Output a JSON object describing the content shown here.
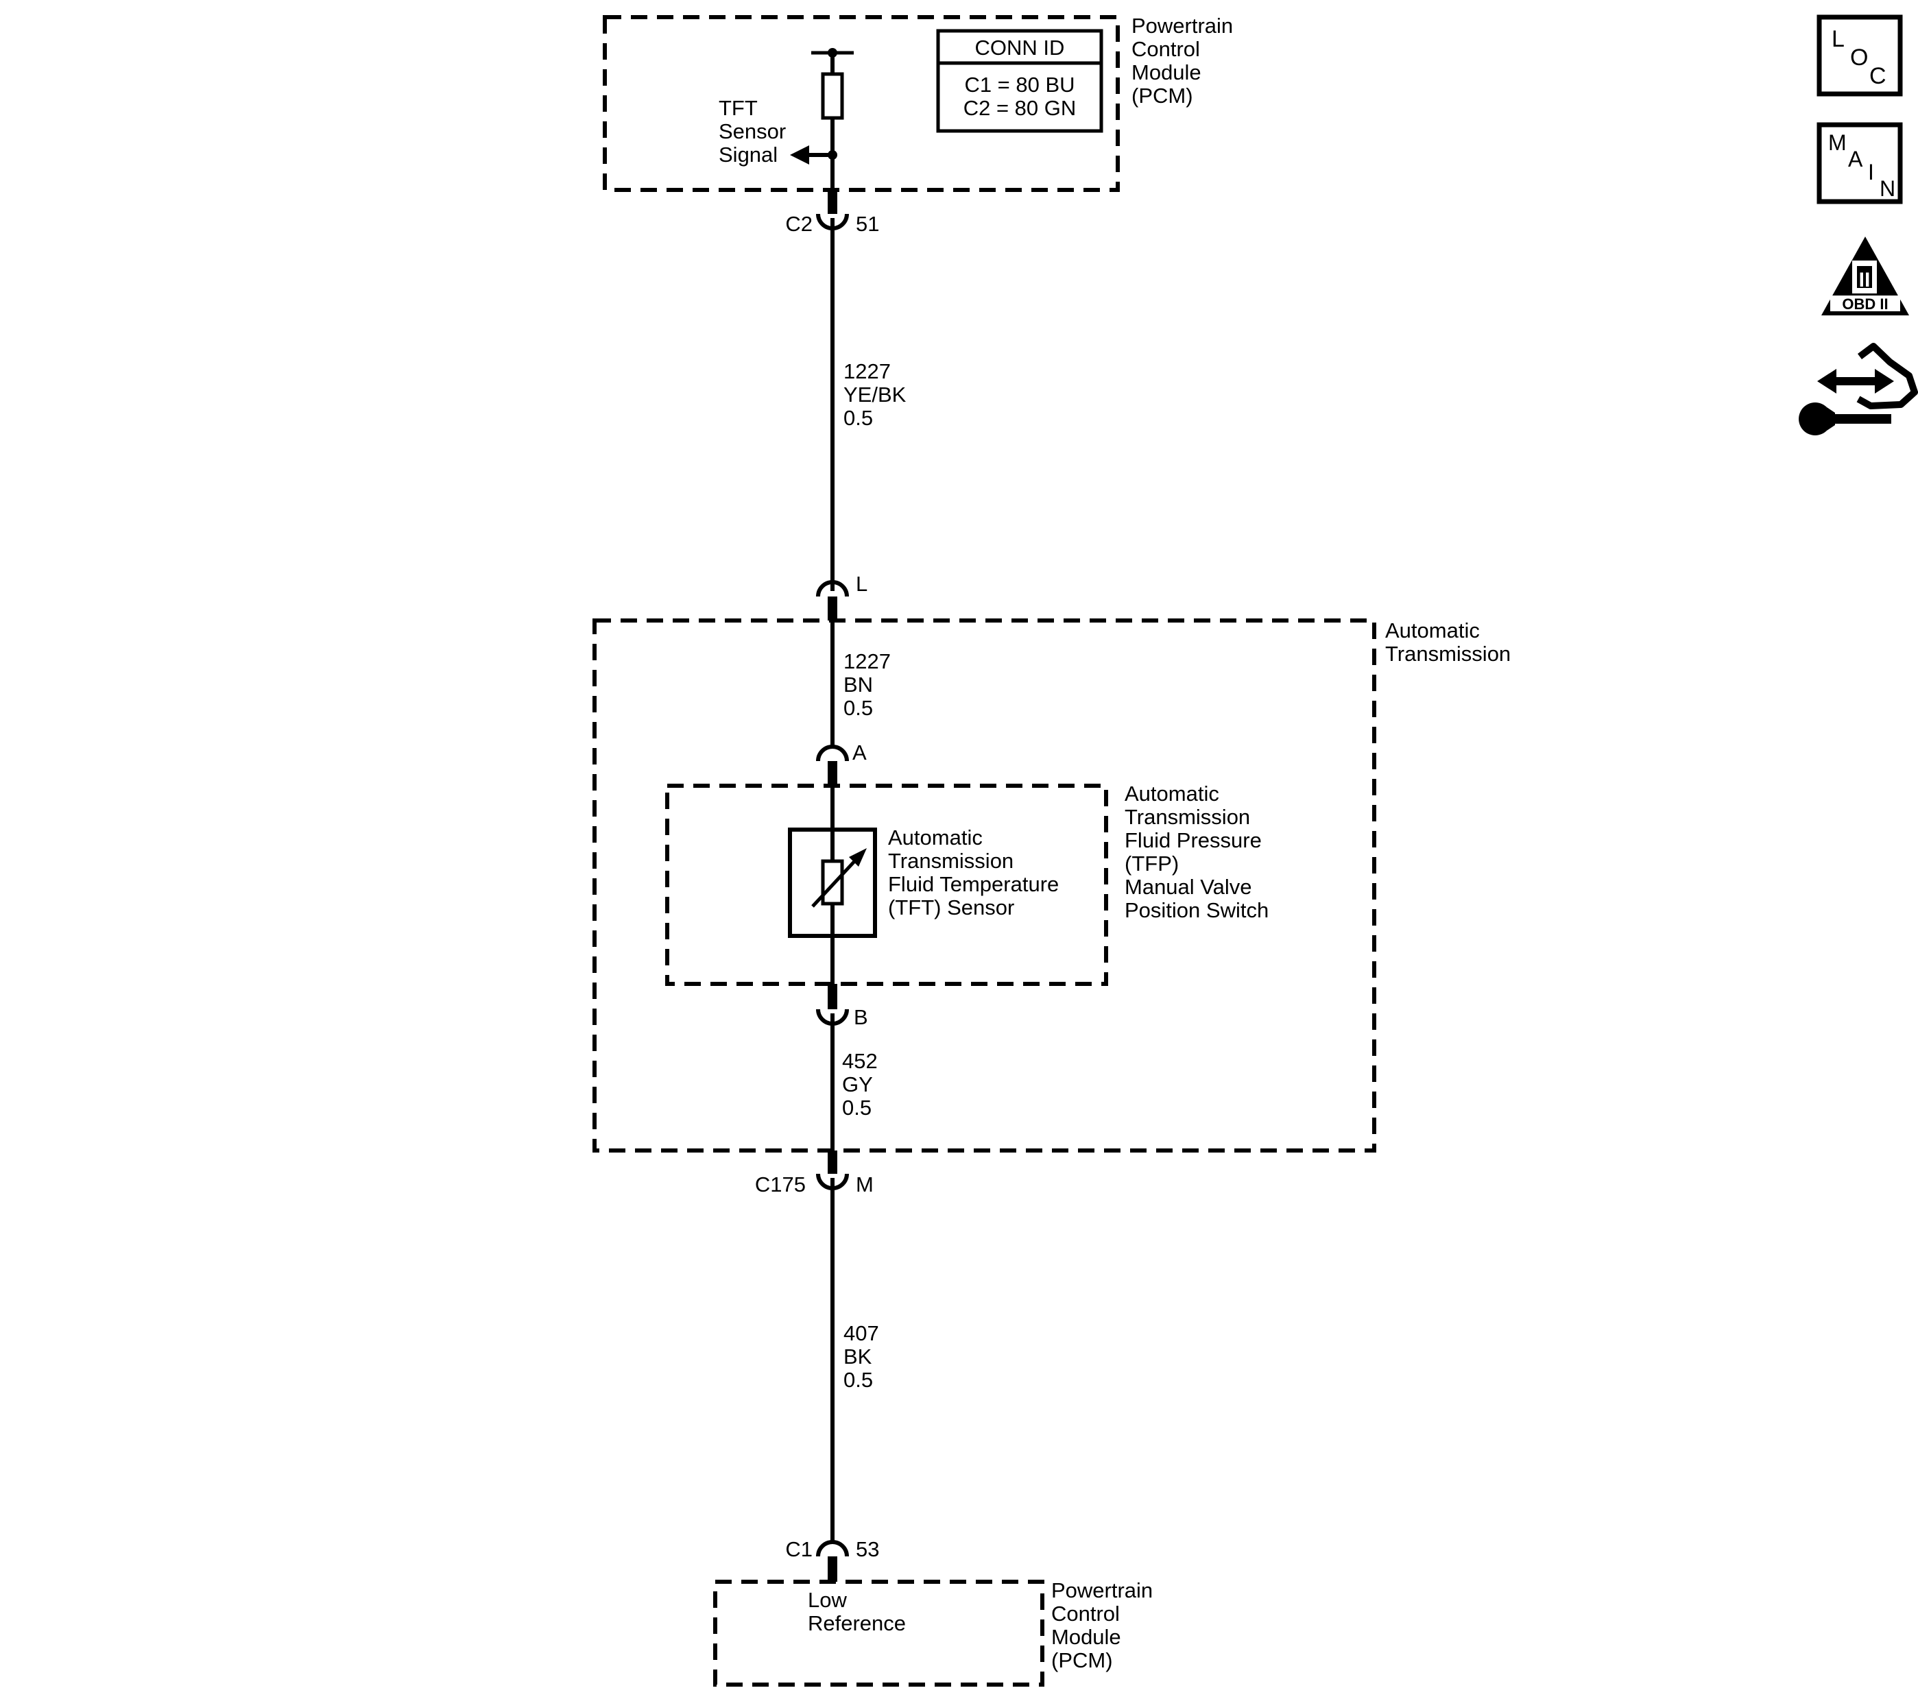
{
  "pcm_top": {
    "title_lines": [
      "Powertrain",
      "Control",
      "Module",
      "(PCM)"
    ],
    "signal_lines": [
      "TFT",
      "Sensor",
      "Signal"
    ],
    "conn_id": {
      "header": "CONN ID",
      "rows": [
        "C1 = 80 BU",
        "C2 = 80 GN"
      ]
    }
  },
  "connector_pcm_c2": {
    "left": "C2",
    "right": "51"
  },
  "wire_1": {
    "lines": [
      "1227",
      "YE/BK",
      "0.5"
    ]
  },
  "connector_l": {
    "right": "L"
  },
  "transmission": {
    "title_lines": [
      "Automatic",
      "Transmission"
    ]
  },
  "wire_2": {
    "lines": [
      "1227",
      "BN",
      "0.5"
    ]
  },
  "connector_a": {
    "right": "A"
  },
  "tfp_switch": {
    "title_lines": [
      "Automatic",
      "Transmission",
      "Fluid Pressure",
      "(TFP)",
      "Manual Valve",
      "Position Switch"
    ]
  },
  "tft_sensor": {
    "lines": [
      "Automatic",
      "Transmission",
      "Fluid Temperature",
      "(TFT) Sensor"
    ]
  },
  "connector_b": {
    "right": "B"
  },
  "wire_3": {
    "lines": [
      "452",
      "GY",
      "0.5"
    ]
  },
  "connector_c175": {
    "left": "C175",
    "right": "M"
  },
  "wire_4": {
    "lines": [
      "407",
      "BK",
      "0.5"
    ]
  },
  "connector_pcm_c1": {
    "left": "C1",
    "right": "53"
  },
  "pcm_bottom": {
    "title_lines": [
      "Powertrain",
      "Control",
      "Module",
      "(PCM)"
    ],
    "ref_lines": [
      "Low",
      "Reference"
    ]
  },
  "side_icons": {
    "loc_letters": [
      "L",
      "O",
      "C"
    ],
    "main_letters": [
      "M",
      "A",
      "I",
      "N"
    ],
    "obd_roman": "II",
    "obd_label": "OBD II",
    "icons": [
      "loc-icon",
      "main-icon",
      "obd-ii-icon",
      "service-tool-icon"
    ]
  }
}
